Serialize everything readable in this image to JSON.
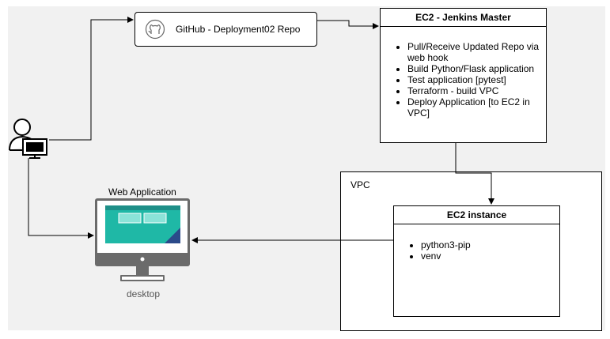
{
  "github": {
    "label": "GitHub - Deployment02 Repo",
    "icon": "github-icon"
  },
  "jenkins": {
    "title": "EC2 - Jenkins Master",
    "items": [
      "Pull/Receive Updated Repo via web hook",
      "Build Python/Flask application",
      "Test application [pytest]",
      "Terraform - build VPC",
      "Deploy Application [to EC2 in VPC]"
    ]
  },
  "vpc": {
    "label": "VPC"
  },
  "ec2_instance": {
    "title": "EC2 instance",
    "items": [
      "python3-pip",
      "venv"
    ]
  },
  "web_app": {
    "label": "Web Application",
    "caption": "desktop"
  },
  "colors": {
    "canvas_bg": "#f1f1f1",
    "screen_teal": "#1fb8a6",
    "monitor_gray": "#6b6b6b"
  }
}
